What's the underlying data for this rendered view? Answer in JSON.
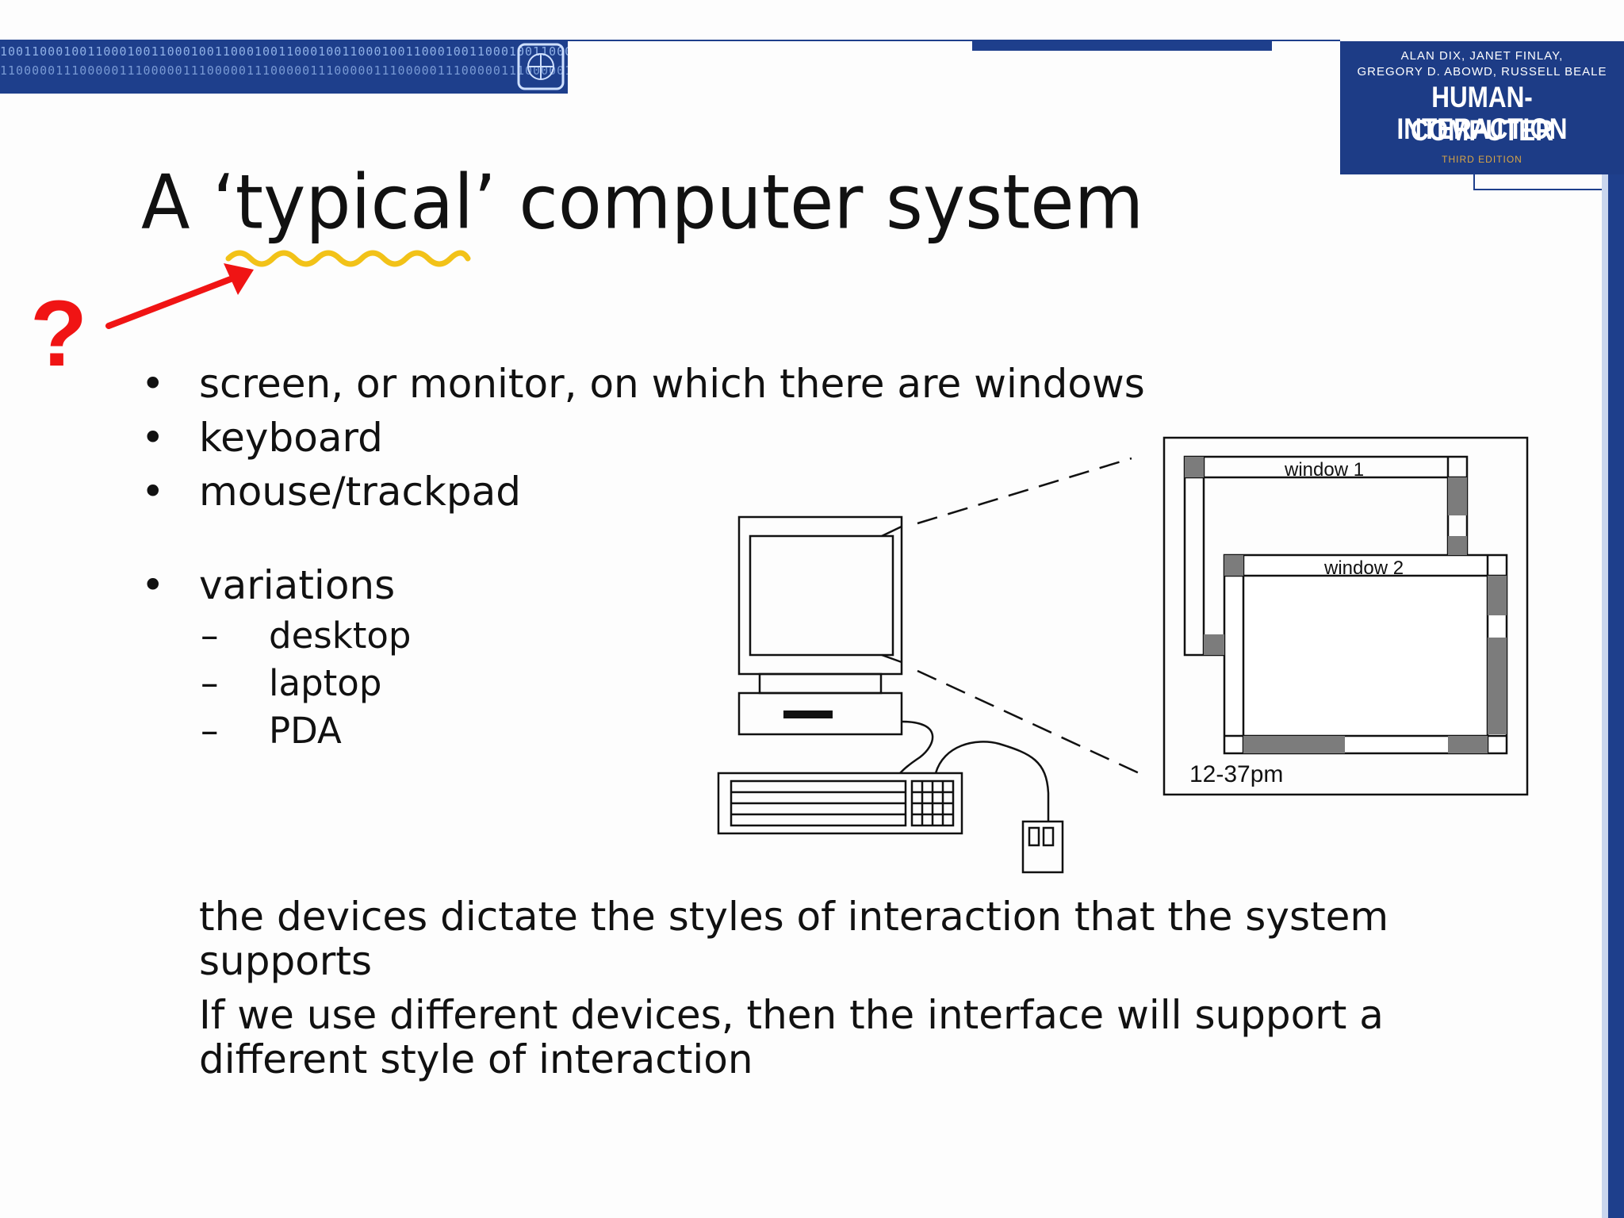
{
  "header": {
    "banner_binary_1": "1001100010011000100110001001100010011000100110001001100010011000100110001001100010011000",
    "banner_binary_2": "1100000111000001110000011100000111000001110000011100000111000001110000011100000111000001"
  },
  "book": {
    "authors_line_1": "ALAN DIX, JANET FINLAY,",
    "authors_line_2": "GREGORY D. ABOWD, RUSSELL BEALE",
    "title_line_1": "HUMAN-COMPUTER",
    "title_line_2": "INTERACTION",
    "edition": "THIRD EDITION"
  },
  "slide": {
    "title": "A ‘typical’ computer system",
    "question_mark": "?",
    "bullets": [
      "screen, or monitor, on which there are windows",
      "keyboard",
      "mouse/trackpad"
    ],
    "variations_label": "variations",
    "variations": [
      "desktop",
      "laptop",
      "PDA"
    ],
    "closing": [
      "the devices dictate the styles of interaction that the system supports",
      "If we use different devices, then the interface will support a different style of interaction"
    ]
  },
  "diagram": {
    "window1_label": "window 1",
    "window2_label": "window 2",
    "clock": "12-37pm"
  },
  "colors": {
    "brand_blue": "#1e3f8c",
    "annotation_red": "#f01414",
    "squiggle_yellow": "#f2c218"
  },
  "symbols": {
    "bullet": "•",
    "dash": "–"
  }
}
